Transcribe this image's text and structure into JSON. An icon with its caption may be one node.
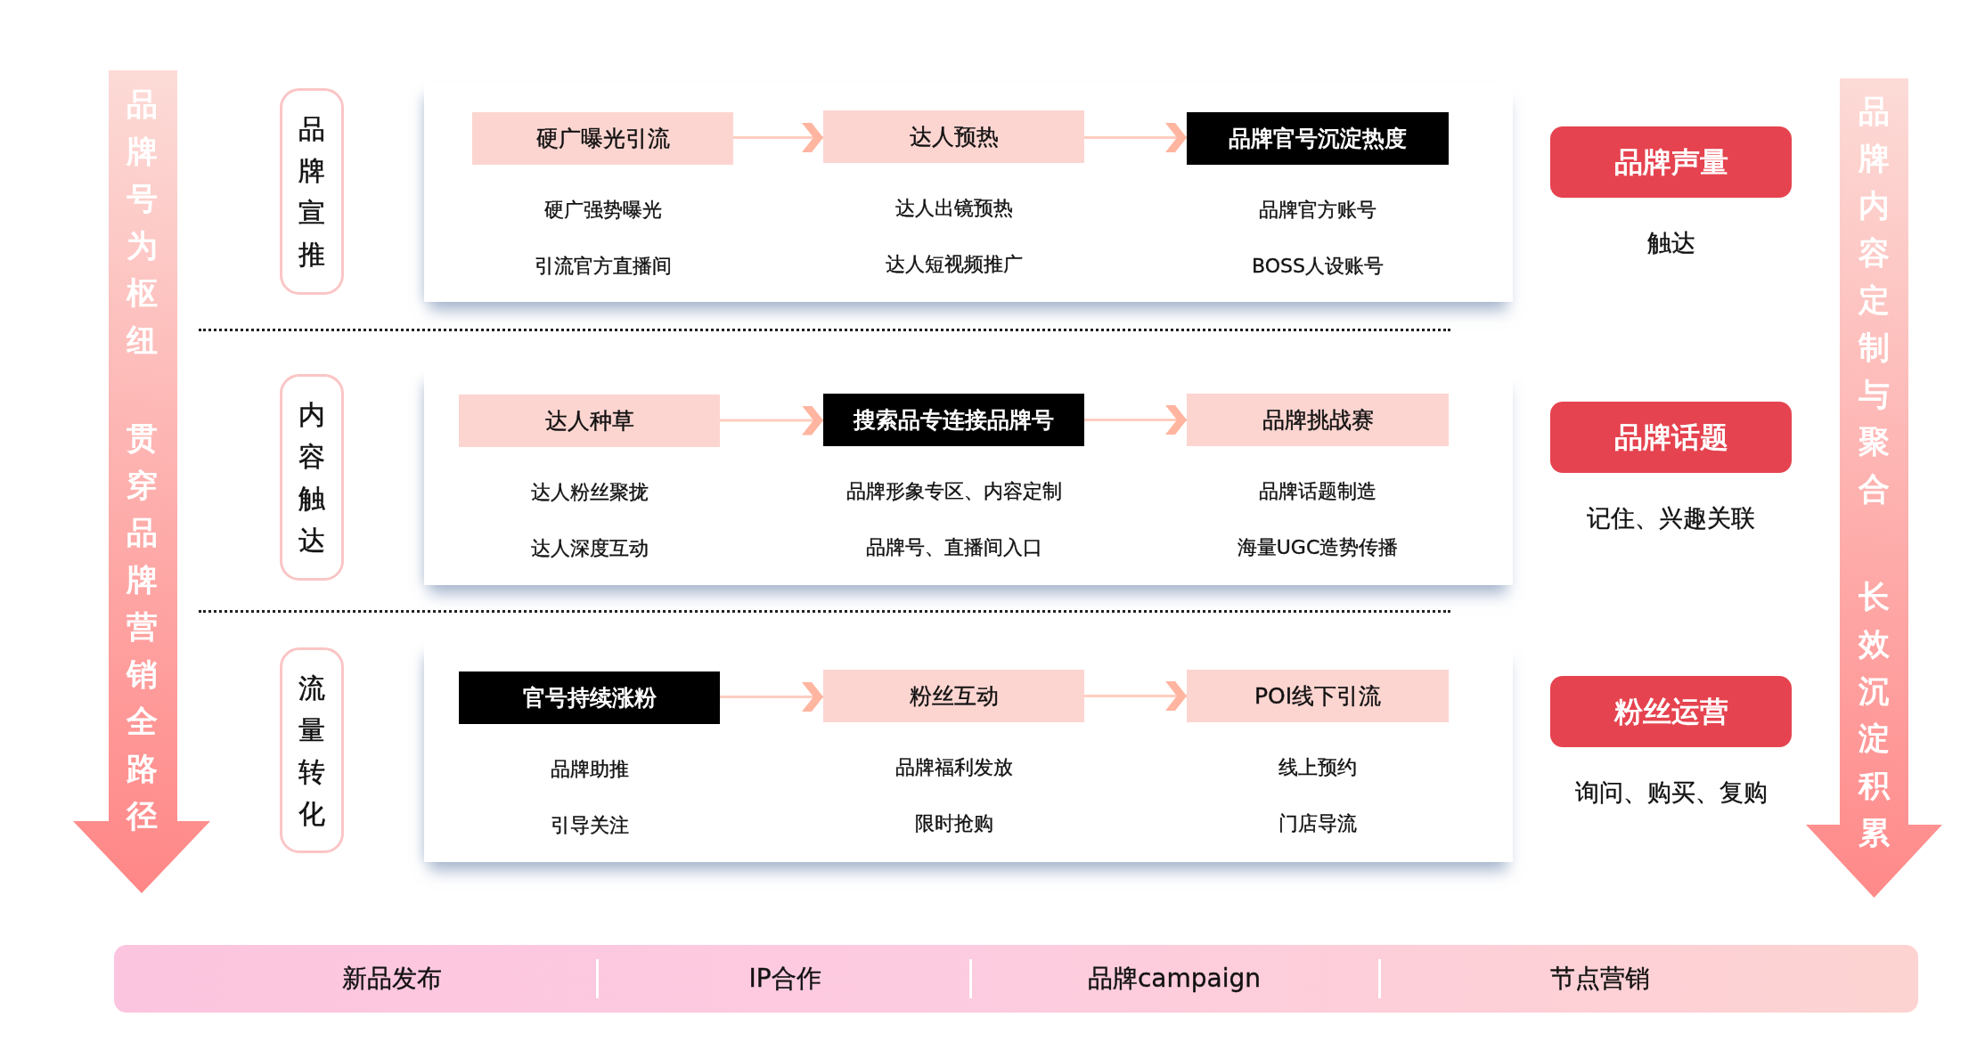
{
  "diagram": {
    "nodes": [
      {
        "text": [
          "品牌号为枢纽",
          "贯穿品牌营销全路径"
        ]
      },
      {
        "text": [
          "品牌宣推"
        ]
      },
      {
        "text": [],
        "shape": "box"
      },
      {
        "text": [
          "硬广曝光引流"
        ],
        "in": 2,
        "beside": [
          "硬广强势曝光",
          "引流官方直播间"
        ]
      },
      {
        "text": [
          "达人预热"
        ],
        "in": 2,
        "beside": [
          "达人出镜预热",
          "达人短视频推广"
        ]
      },
      {
        "text": [
          "品牌官号沉淀热度"
        ],
        "in": 2,
        "beside": [
          "品牌官方账号",
          "BOSS人设账号"
        ]
      },
      {
        "text": [
          "品牌声量"
        ],
        "beside": [
          "触达"
        ]
      },
      {
        "text": [
          "内容触达"
        ]
      },
      {
        "text": [],
        "shape": "box"
      },
      {
        "text": [
          "达人种草"
        ],
        "in": 8,
        "beside": [
          "达人粉丝聚拢",
          "达人深度互动"
        ]
      },
      {
        "text": [
          "搜索品专连接品牌号"
        ],
        "in": 8,
        "beside": [
          "品牌形象专区、内容定制",
          "品牌号、直播间入口"
        ]
      },
      {
        "text": [
          "品牌挑战赛"
        ],
        "in": 8,
        "beside": [
          "品牌话题制造",
          "海量UGC造势传播"
        ]
      },
      {
        "text": [
          "品牌话题"
        ],
        "beside": [
          "记住、兴趣关联"
        ]
      },
      {
        "text": [
          "流量转化"
        ]
      },
      {
        "text": [],
        "shape": "box"
      },
      {
        "text": [
          "官号持续涨粉"
        ],
        "in": 14,
        "beside": [
          "品牌助推",
          "引导关注"
        ]
      },
      {
        "text": [
          "粉丝互动"
        ],
        "in": 14,
        "beside": [
          "品牌福利发放",
          "限时抢购"
        ]
      },
      {
        "text": [
          "POI线下引流"
        ],
        "in": 14,
        "beside": [
          "线上预约",
          "门店导流"
        ]
      },
      {
        "text": [
          "粉丝运营"
        ],
        "beside": [
          "询问、购买、复购"
        ]
      },
      {
        "text": [
          "品牌内容定制与聚合",
          "长效沉淀积累"
        ]
      },
      {
        "text": [
          "新品发布",
          "IP合作",
          "品牌campaign",
          "节点营销"
        ]
      }
    ],
    "edges": [
      {
        "from": 3,
        "to": 4,
        "arrow": "to"
      },
      {
        "from": 4,
        "to": 5,
        "arrow": "to"
      },
      {
        "from": 9,
        "to": 10,
        "arrow": "to"
      },
      {
        "from": 10,
        "to": 11,
        "arrow": "to"
      },
      {
        "from": 15,
        "to": 16,
        "arrow": "to"
      },
      {
        "from": 16,
        "to": 17,
        "arrow": "to"
      }
    ]
  }
}
